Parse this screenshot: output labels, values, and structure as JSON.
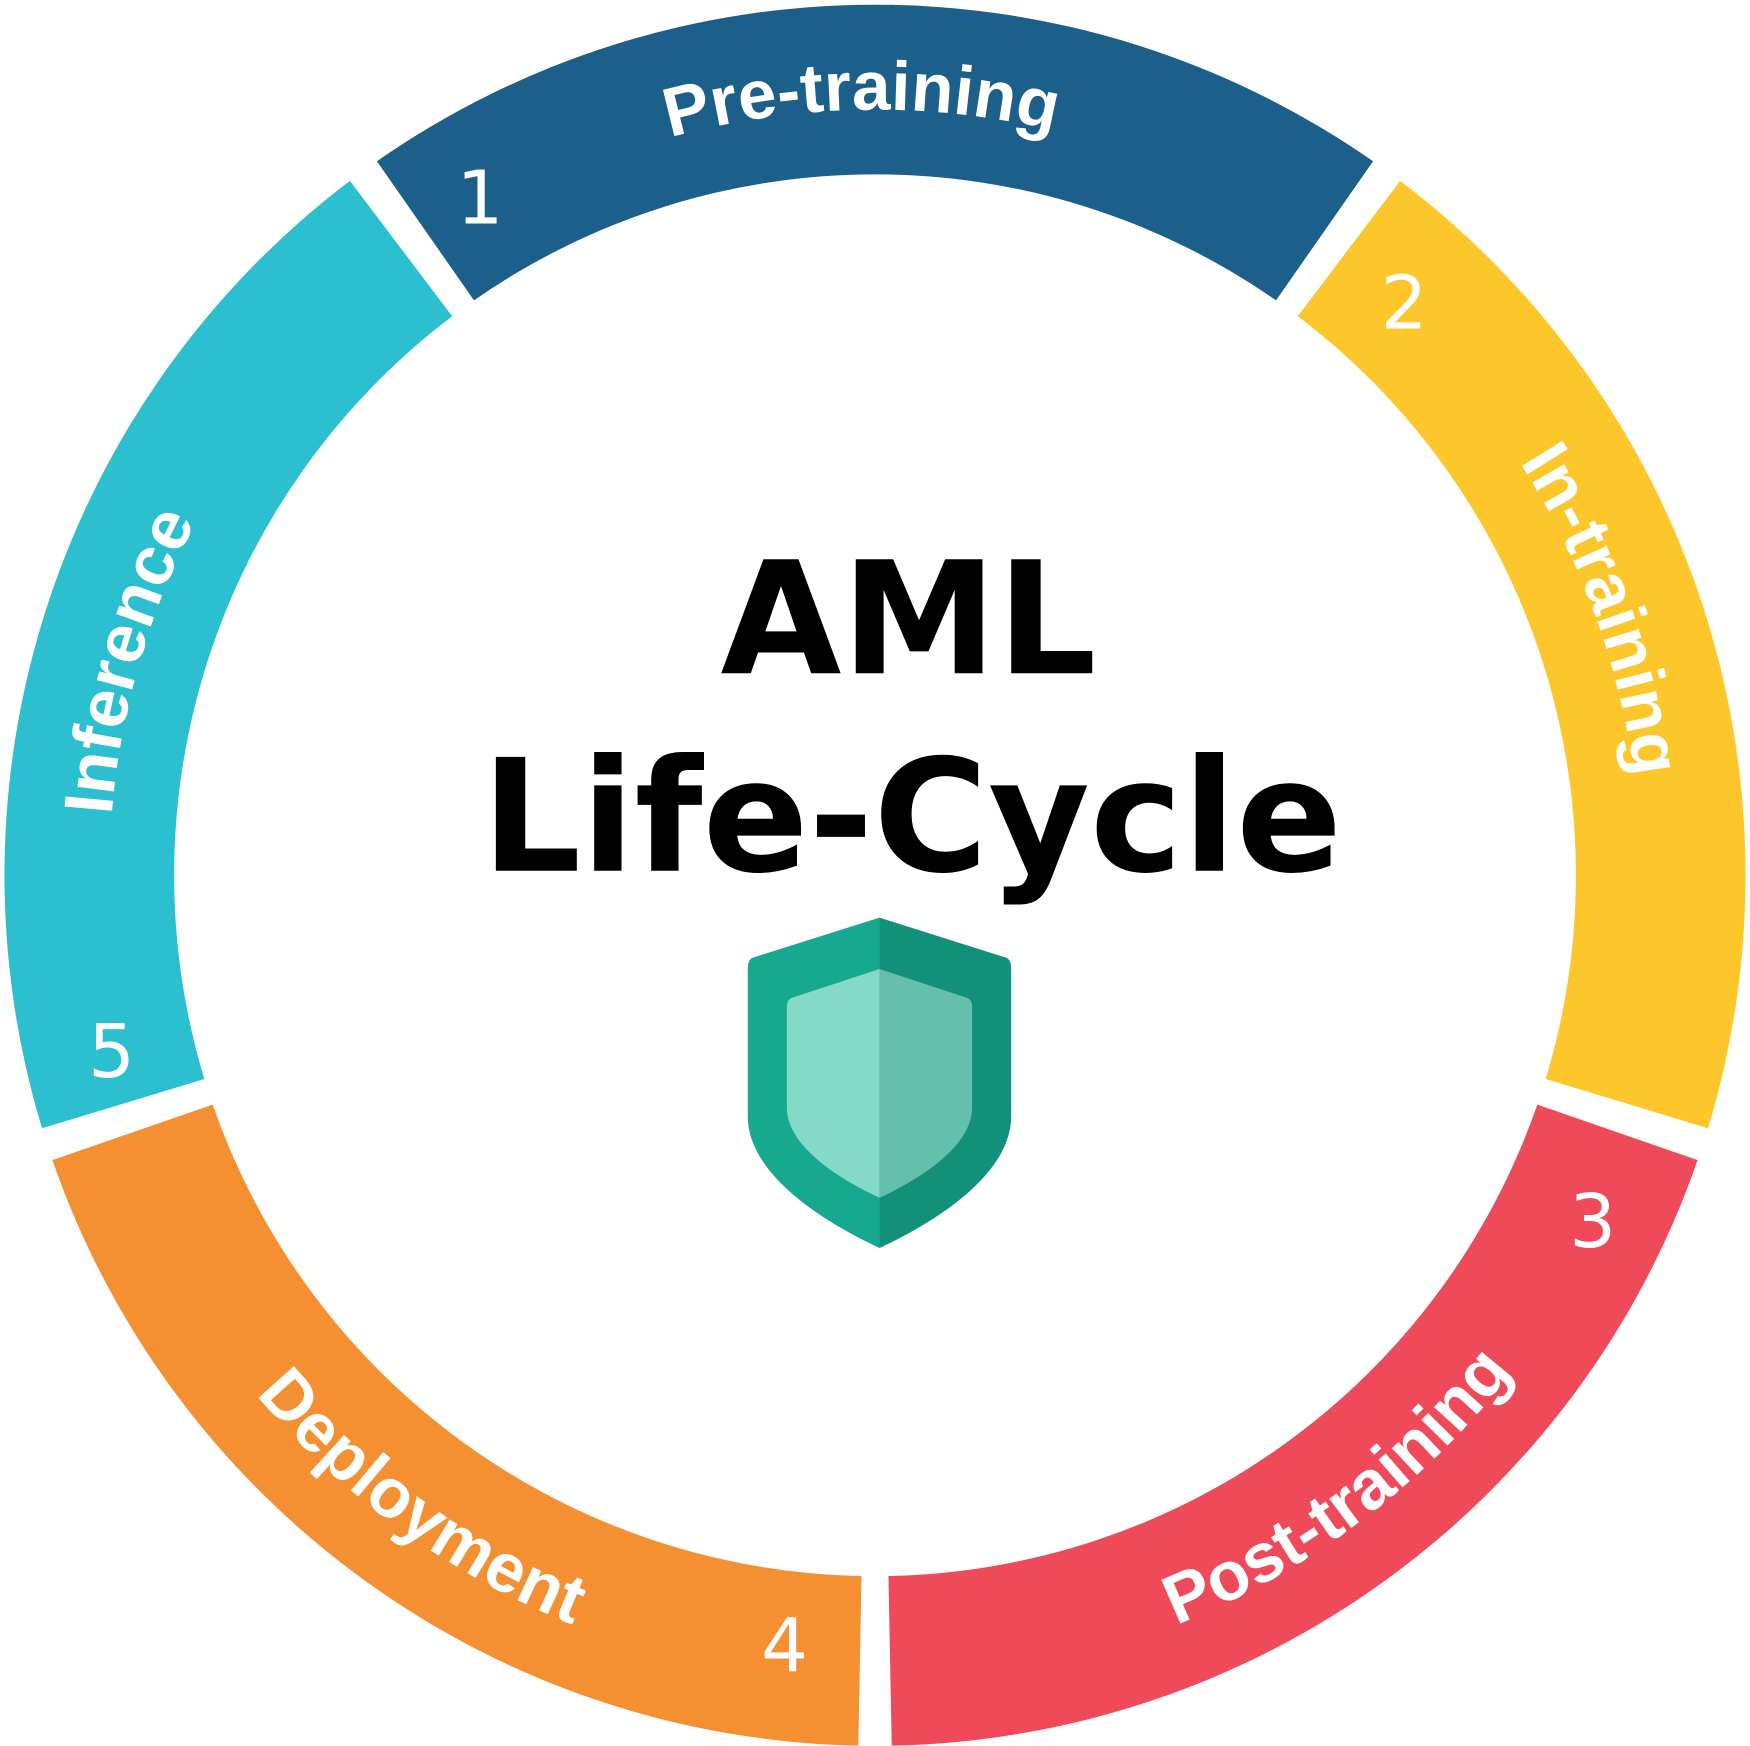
{
  "title": {
    "line1": "AML",
    "line2": "Life-Cycle"
  },
  "stages": [
    {
      "number": "1",
      "label": "Pre-training",
      "color": "#1c5f8a"
    },
    {
      "number": "2",
      "label": "In-training",
      "color": "#fdc62b"
    },
    {
      "number": "3",
      "label": "Post-training",
      "color": "#ef4a5a"
    },
    {
      "number": "4",
      "label": "Deployment",
      "color": "#f48f32"
    },
    {
      "number": "5",
      "label": "Inference",
      "color": "#2bbfcf"
    }
  ],
  "shield": {
    "outer_left": "#17a98f",
    "outer_right": "#12907a",
    "inner_left": "#84d9c7",
    "inner_right": "#64c0ad"
  }
}
